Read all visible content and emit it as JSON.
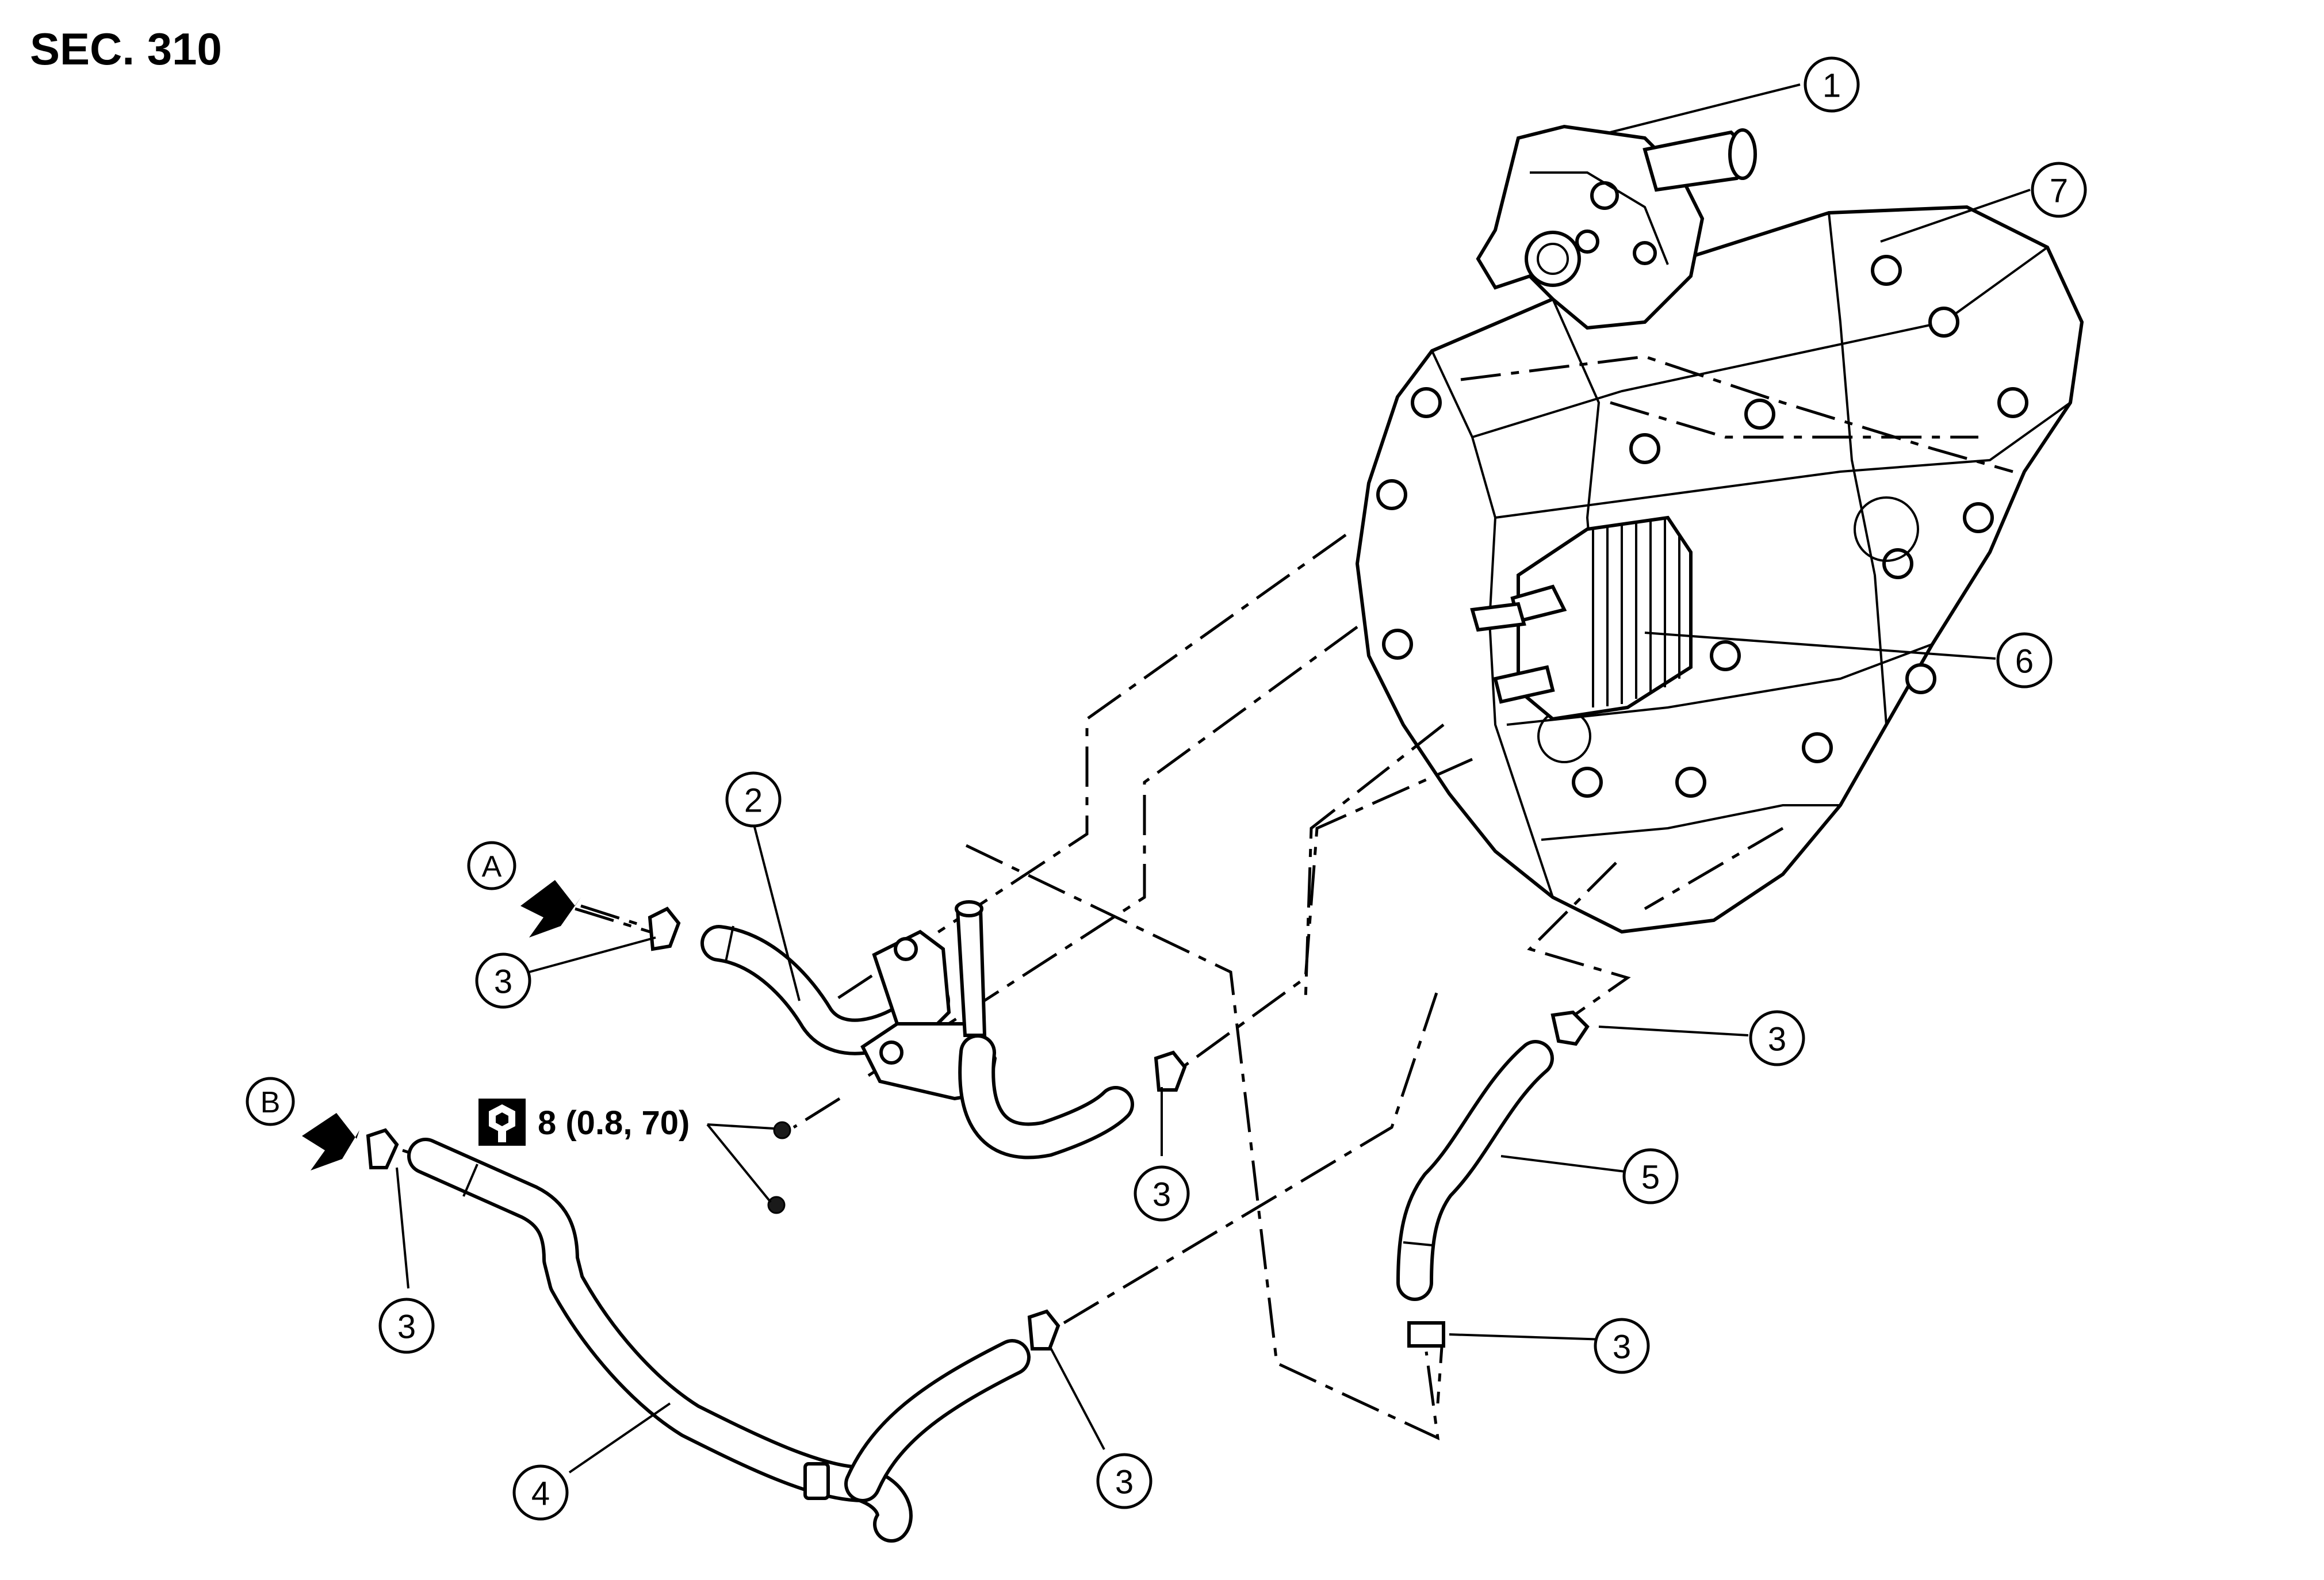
{
  "header": {
    "section": "SEC. 310"
  },
  "callouts": [
    {
      "id": "c1",
      "label": "1"
    },
    {
      "id": "c2",
      "label": "2"
    },
    {
      "id": "c3a",
      "label": "3"
    },
    {
      "id": "c3b",
      "label": "3"
    },
    {
      "id": "c3c",
      "label": "3"
    },
    {
      "id": "c3d",
      "label": "3"
    },
    {
      "id": "c3e",
      "label": "3"
    },
    {
      "id": "c3f",
      "label": "3"
    },
    {
      "id": "c4",
      "label": "4"
    },
    {
      "id": "c5",
      "label": "5"
    },
    {
      "id": "c6",
      "label": "6"
    },
    {
      "id": "c7",
      "label": "7"
    }
  ],
  "references": {
    "a": "A",
    "b": "B"
  },
  "torque": {
    "text": "8 (0.8, 70)",
    "icon": "torque-wrench-icon"
  }
}
